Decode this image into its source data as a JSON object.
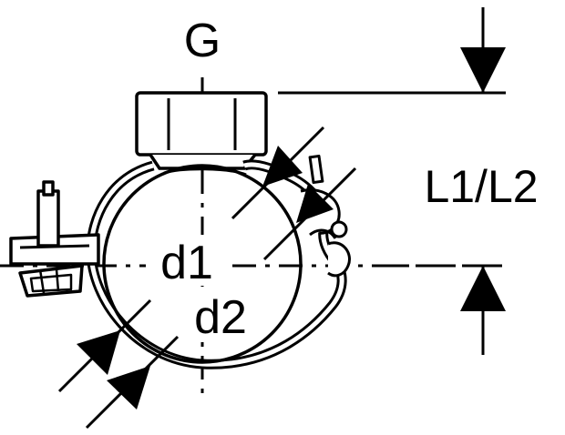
{
  "labels": {
    "thread": "G",
    "length": "L1/L2",
    "inner_diameter": "d1",
    "outer_diameter": "d2"
  },
  "colors": {
    "line": "#000000",
    "background": "#ffffff"
  }
}
